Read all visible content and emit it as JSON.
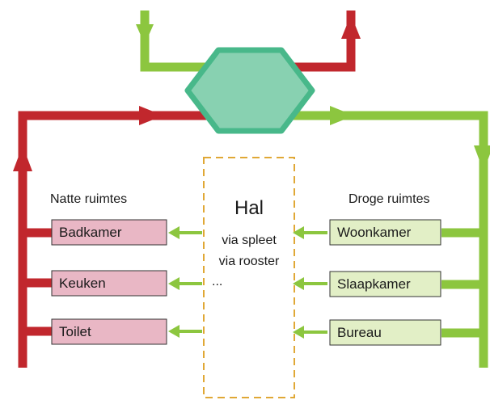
{
  "colors": {
    "supply_green": "#8cc63f",
    "exhaust_red": "#c1272d",
    "heat_exchanger_fill": "#88d1b1",
    "heat_exchanger_stroke": "#48b88a",
    "wet_room_fill": "#e9b7c5",
    "dry_room_fill": "#e2efc6",
    "hall_border": "#e0a836"
  },
  "left_group": {
    "title": "Natte ruimtes",
    "rooms": [
      "Badkamer",
      "Keuken",
      "Toilet"
    ]
  },
  "right_group": {
    "title": "Droge ruimtes",
    "rooms": [
      "Woonkamer",
      "Slaapkamer",
      "Bureau"
    ]
  },
  "hall": {
    "title": "Hal",
    "lines": [
      "via spleet",
      "via rooster",
      "..."
    ]
  }
}
